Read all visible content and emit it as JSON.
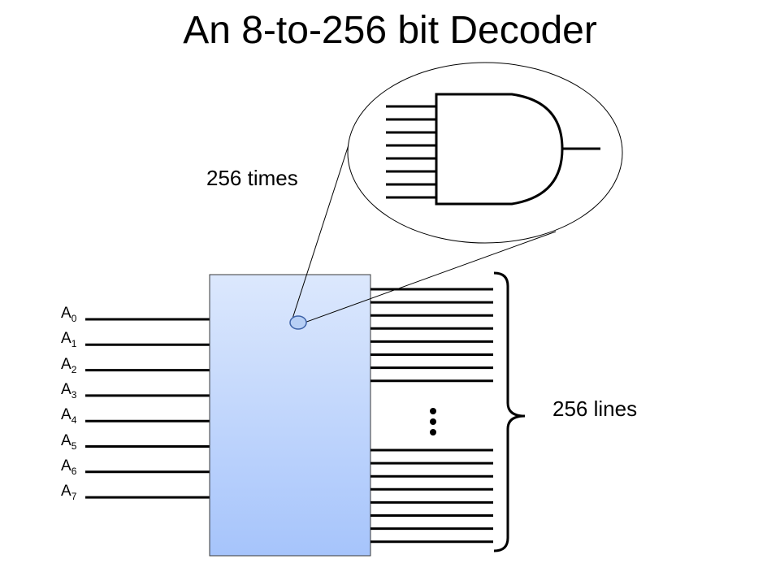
{
  "title": "An 8-to-256 bit Decoder",
  "annotation_times": "256 times",
  "annotation_lines": "256 lines",
  "inputs": [
    {
      "base": "A",
      "index": "0"
    },
    {
      "base": "A",
      "index": "1"
    },
    {
      "base": "A",
      "index": "2"
    },
    {
      "base": "A",
      "index": "3"
    },
    {
      "base": "A",
      "index": "4"
    },
    {
      "base": "A",
      "index": "5"
    },
    {
      "base": "A",
      "index": "6"
    },
    {
      "base": "A",
      "index": "7"
    }
  ],
  "gate": {
    "type": "and-gate",
    "input_count": 8
  },
  "output_lines": {
    "top_group": 8,
    "bottom_group": 8,
    "ellipsis": "⋮"
  },
  "colors": {
    "decoder_fill_top": "#dce8fd",
    "decoder_fill_bottom": "#a6c4fb",
    "decoder_stroke": "#3a3a3a",
    "zoom_dot_fill": "#b7cff5",
    "zoom_dot_stroke": "#3e63a8",
    "wire": "#000000"
  }
}
